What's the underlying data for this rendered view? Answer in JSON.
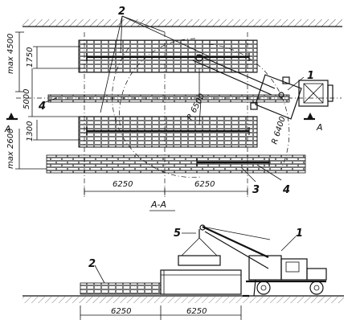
{
  "plan": {
    "callouts": {
      "c1": "1",
      "c2": "2",
      "c3": "3",
      "c4a": "4",
      "c4b": "4"
    },
    "dims": {
      "max4500": "max 4500",
      "d1750": "1750",
      "d5000": "5000",
      "d1300": "1300",
      "max2600": "max 2600",
      "d6250a": "6250",
      "d6250b": "6250",
      "r6500": "R 6500",
      "r6400": "R 6400"
    },
    "section_marks": {
      "left": "A",
      "right": "A"
    }
  },
  "section": {
    "title": "A-A",
    "callouts": {
      "c1": "1",
      "c2": "2",
      "c5": "5"
    },
    "dims": {
      "d6250a": "6250",
      "d6250b": "6250"
    }
  }
}
